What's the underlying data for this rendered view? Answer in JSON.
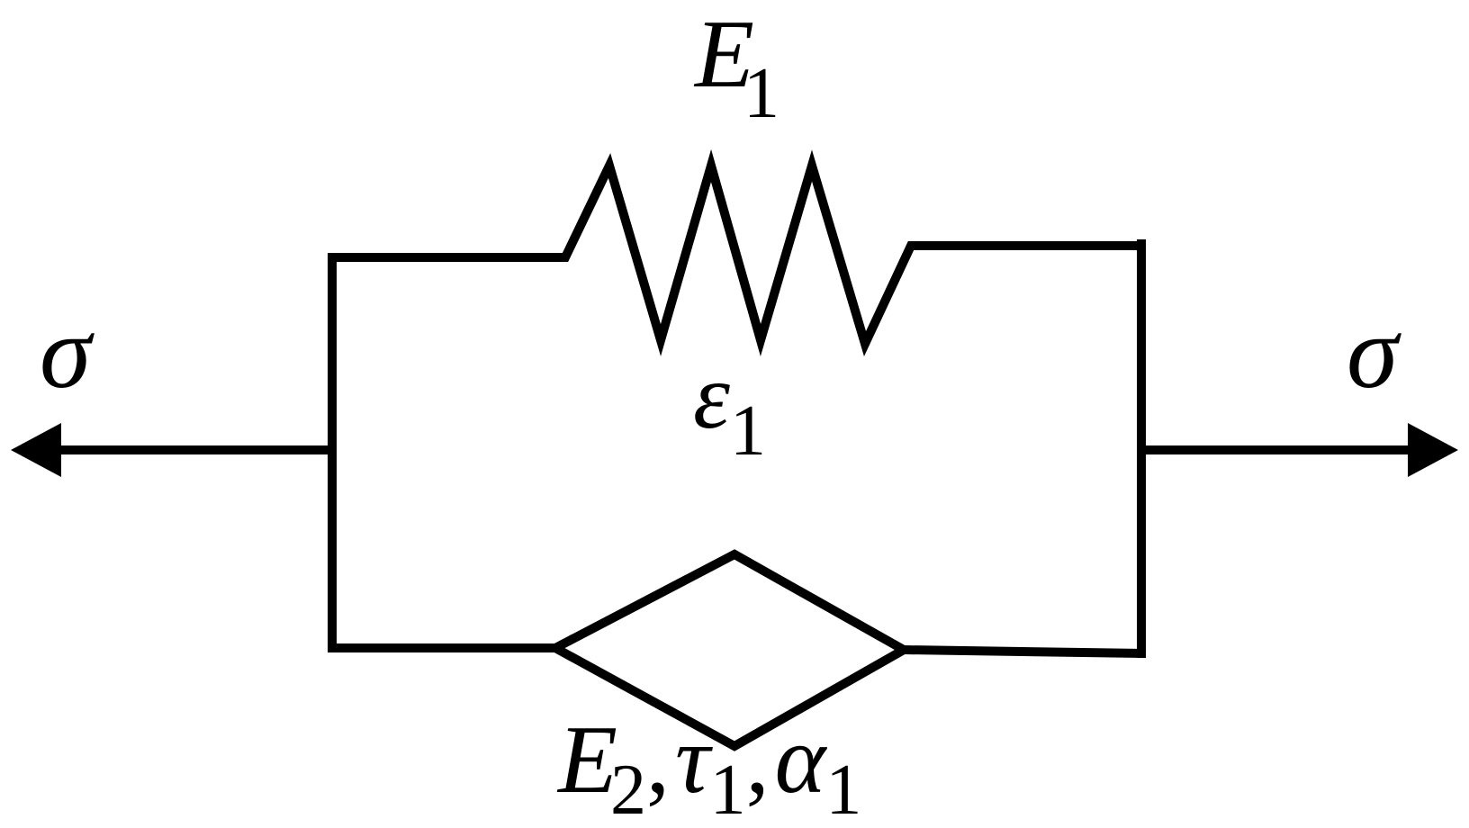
{
  "diagram": {
    "spring_label": {
      "symbol": "E",
      "subscript": "1"
    },
    "strain_label": {
      "symbol": "ε",
      "subscript": "1"
    },
    "left_stress_label": "σ",
    "right_stress_label": "σ",
    "element_label": {
      "p1_symbol": "E",
      "p1_subscript": "2",
      "sep1": ",",
      "p2_symbol": "τ",
      "p2_subscript": "1",
      "sep2": ",",
      "p3_symbol": "α",
      "p3_subscript": "1"
    }
  }
}
